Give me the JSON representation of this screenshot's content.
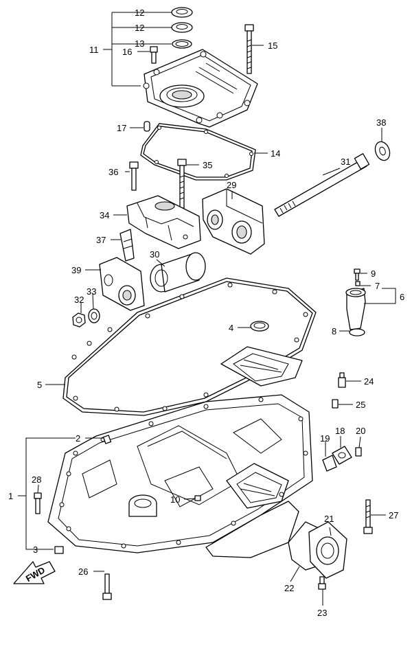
{
  "diagram": {
    "callouts": {
      "c1": "1",
      "c2": "2",
      "c3": "3",
      "c4": "4",
      "c5": "5",
      "c6": "6",
      "c7": "7",
      "c8": "8",
      "c9": "9",
      "c10": "10",
      "c11": "11",
      "c12a": "12",
      "c12b": "12",
      "c13": "13",
      "c14": "14",
      "c15": "15",
      "c16": "16",
      "c17": "17",
      "c18": "18",
      "c19": "19",
      "c20": "20",
      "c21": "21",
      "c22": "22",
      "c23": "23",
      "c24": "24",
      "c25": "25",
      "c26": "26",
      "c27": "27",
      "c28": "28",
      "c29": "29",
      "c30": "30",
      "c31": "31",
      "c32": "32",
      "c33": "33",
      "c34": "34",
      "c35": "35",
      "c36": "36",
      "c37": "37",
      "c38": "38",
      "c39": "39"
    },
    "fwd_label": "FWD"
  }
}
